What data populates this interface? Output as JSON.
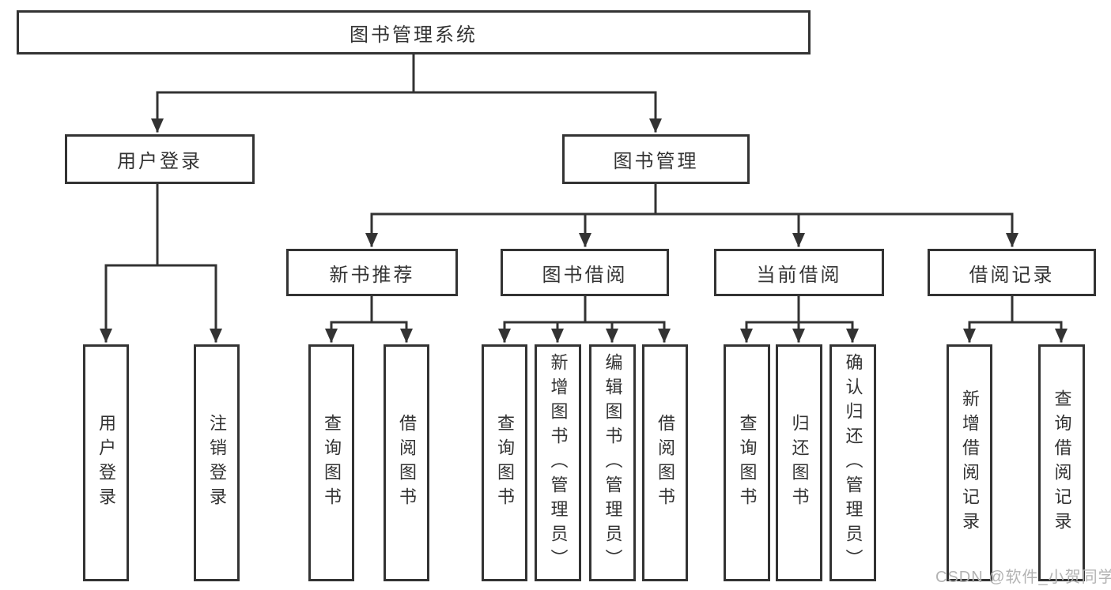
{
  "diagram_type": "functional-structure-tree",
  "colors": {
    "line": "#333333",
    "box_border": "#333333",
    "text": "#333333",
    "background": "#ffffff",
    "watermark": "#b3b3b3"
  },
  "watermark": "CSDN @软件_小贺同学",
  "tree": {
    "root": {
      "label": "图书管理系统"
    },
    "level1": [
      {
        "label": "用户登录",
        "children": [
          {
            "label": "用户登录"
          },
          {
            "label": "注销登录"
          }
        ]
      },
      {
        "label": "图书管理",
        "children": [
          {
            "label": "新书推荐",
            "children": [
              {
                "label": "查询图书"
              },
              {
                "label": "借阅图书"
              }
            ]
          },
          {
            "label": "图书借阅",
            "children": [
              {
                "label": "查询图书"
              },
              {
                "label": "新增图书（管理员）"
              },
              {
                "label": "编辑图书（管理员）"
              },
              {
                "label": "借阅图书"
              }
            ]
          },
          {
            "label": "当前借阅",
            "children": [
              {
                "label": "查询图书"
              },
              {
                "label": "归还图书"
              },
              {
                "label": "确认归还（管理员）"
              }
            ]
          },
          {
            "label": "借阅记录",
            "children": [
              {
                "label": "新增借阅记录"
              },
              {
                "label": "查询借阅记录"
              }
            ]
          }
        ]
      }
    ]
  }
}
